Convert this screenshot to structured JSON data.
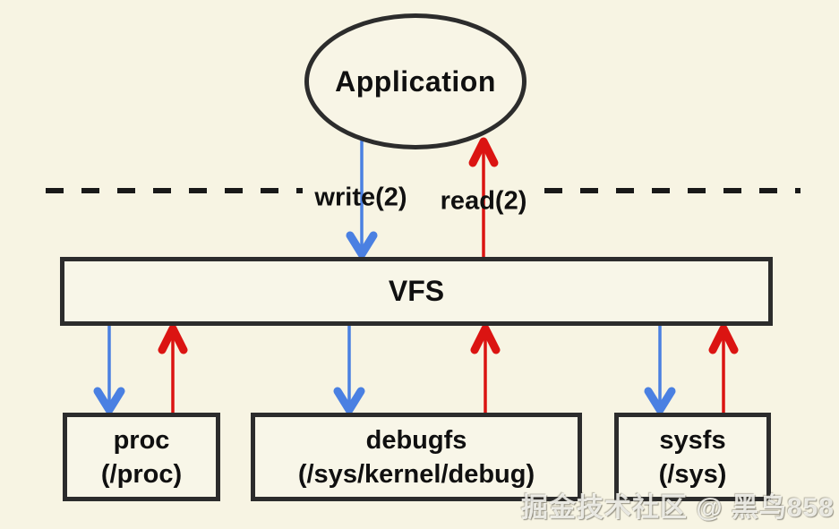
{
  "diagram": {
    "title_node": {
      "label": "Application"
    },
    "syscalls": {
      "write": "write(2)",
      "read": "read(2)"
    },
    "vfs": {
      "label": "VFS"
    },
    "filesystems": [
      {
        "id": "proc",
        "label": "proc",
        "mount": "(/proc)"
      },
      {
        "id": "debugfs",
        "label": "debugfs",
        "mount": "(/sys/kernel/debug)"
      },
      {
        "id": "sysfs",
        "label": "sysfs",
        "mount": "(/sys)"
      }
    ],
    "boundary": {
      "style": "dashed-line",
      "meaning": "user-space / kernel-space boundary"
    },
    "icons": {
      "write_arrow": "blue-down-arrow-icon",
      "read_arrow": "red-up-arrow-icon"
    },
    "colors": {
      "background": "#F7F4E3",
      "ink": "#2C2C2C",
      "dash": "#191919",
      "write_arrow_blue": "#4A80E2",
      "read_arrow_red": "#DB1412"
    },
    "watermark": "掘金技术社区 @ 黑鸟858"
  }
}
